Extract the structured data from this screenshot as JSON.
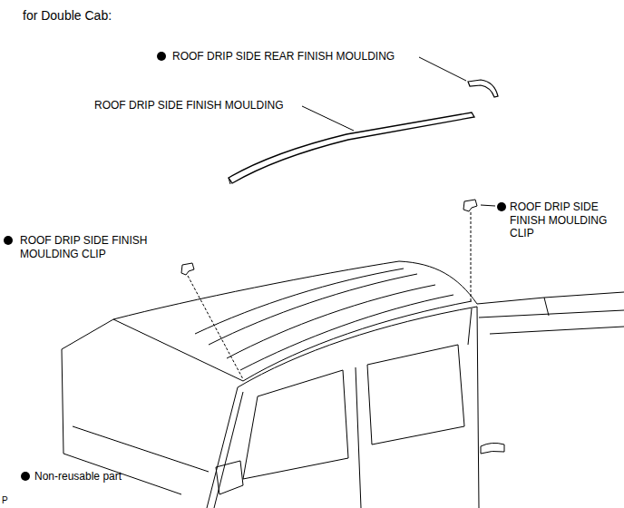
{
  "diagram": {
    "title": "for Double Cab:",
    "labels": [
      "ROOF DRIP SIDE REAR FINISH MOULDING",
      "ROOF DRIP SIDE FINISH MOULDING",
      "ROOF DRIP SIDE FINISH MOULDING CLIP",
      "ROOF DRIP SIDE FINISH MOULDING CLIP",
      "Non-reusable part",
      "P"
    ]
  }
}
